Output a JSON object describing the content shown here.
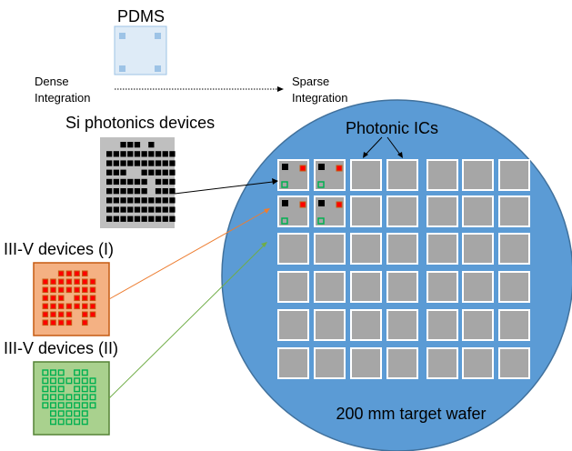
{
  "labels": {
    "pdms": "PDMS",
    "dense_line1": "Dense",
    "dense_line2": "Integration",
    "sparse_line1": "Sparse",
    "sparse_line2": "Integration",
    "si_devices": "Si photonics devices",
    "photonic_ics": "Photonic ICs",
    "iiiv_1": "III-V devices (I)",
    "iiiv_2": "III-V devices (II)",
    "wafer": "200 mm target wafer"
  },
  "colors": {
    "wafer_fill": "#5b9bd5",
    "wafer_stroke": "#41719c",
    "die_fill": "#a6a6a6",
    "die_stroke": "#ffffff",
    "si_bg": "#bfbfbf",
    "si_device": "#000000",
    "iiiv1_bg": "#f4b183",
    "iiiv1_stroke": "#c55a11",
    "iiiv1_device": "#ff0000",
    "iiiv1_device_stroke": "#c55a11",
    "iiiv2_bg": "#a9d18e",
    "iiiv2_stroke": "#548235",
    "iiiv2_device": "#00b050",
    "pdms_fill": "#deebf7",
    "pdms_pad": "#9dc3e6",
    "arrow_black": "#000000",
    "line_orange": "#ed7d31",
    "line_green": "#70ad47"
  },
  "wafer_grid": {
    "rows": 6,
    "cols": 7
  },
  "si_pattern": [
    "0011101000",
    "1111111111",
    "1111111111",
    "1110011111",
    "1111110111",
    "1111110111",
    "1111111111",
    "1111111111",
    "1111111111"
  ],
  "iiiv1_pattern": [
    "0011110",
    "1111111",
    "1111111",
    "1110111",
    "1111111",
    "1111011",
    "1111010"
  ],
  "iiiv2_pattern": [
    "1110110",
    "1111111",
    "1110111",
    "1111111",
    "1111111",
    "0111110",
    "0111110"
  ]
}
